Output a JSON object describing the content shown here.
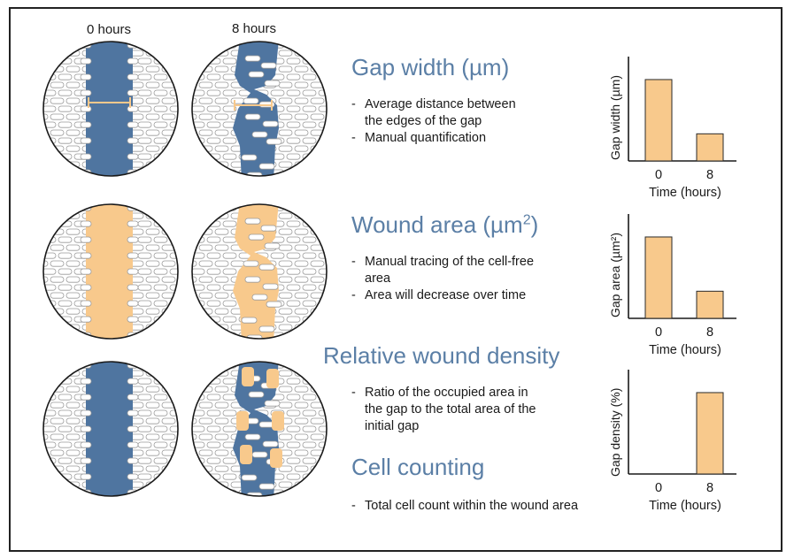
{
  "column_headers": [
    "0 hours",
    "8 hours"
  ],
  "colors": {
    "gap_blue": "#4f75a0",
    "gap_orange": "#f8c98c",
    "title_blue": "#5b7fa6",
    "bar_fill": "#f8c98c",
    "bar_stroke": "#2a2a2a"
  },
  "sections": [
    {
      "title": "Gap width (µm)",
      "bullets": [
        "Average distance between\nthe edges of the gap",
        "Manual quantification"
      ]
    },
    {
      "title_main": "Wound area (µm",
      "title_sup": "2",
      "title_end": ")",
      "bullets": [
        "Manual tracing of the cell-free\narea",
        "Area will decrease over time"
      ]
    },
    {
      "title": "Relative wound density",
      "bullets": [
        "Ratio of the occupied area in\nthe gap to the total area of the\ninitial gap"
      ]
    },
    {
      "title": "Cell counting",
      "bullets": [
        "Total cell count within the wound area"
      ]
    }
  ],
  "chart_data": [
    {
      "type": "bar",
      "categories": [
        "0",
        "8"
      ],
      "values": [
        0.78,
        0.26
      ],
      "xlabel": "Time (hours)",
      "ylabel": "Gap width (µm)",
      "ylim": [
        0,
        1
      ]
    },
    {
      "type": "bar",
      "categories": [
        "0",
        "8"
      ],
      "values": [
        0.78,
        0.26
      ],
      "xlabel": "Time (hours)",
      "ylabel": "Gap area (µm²)",
      "ylim": [
        0,
        1
      ]
    },
    {
      "type": "bar",
      "categories": [
        "0",
        "8"
      ],
      "values": [
        0,
        0.78
      ],
      "xlabel": "Time (hours)",
      "ylabel": "Gap density (%)",
      "ylim": [
        0,
        1
      ]
    }
  ]
}
